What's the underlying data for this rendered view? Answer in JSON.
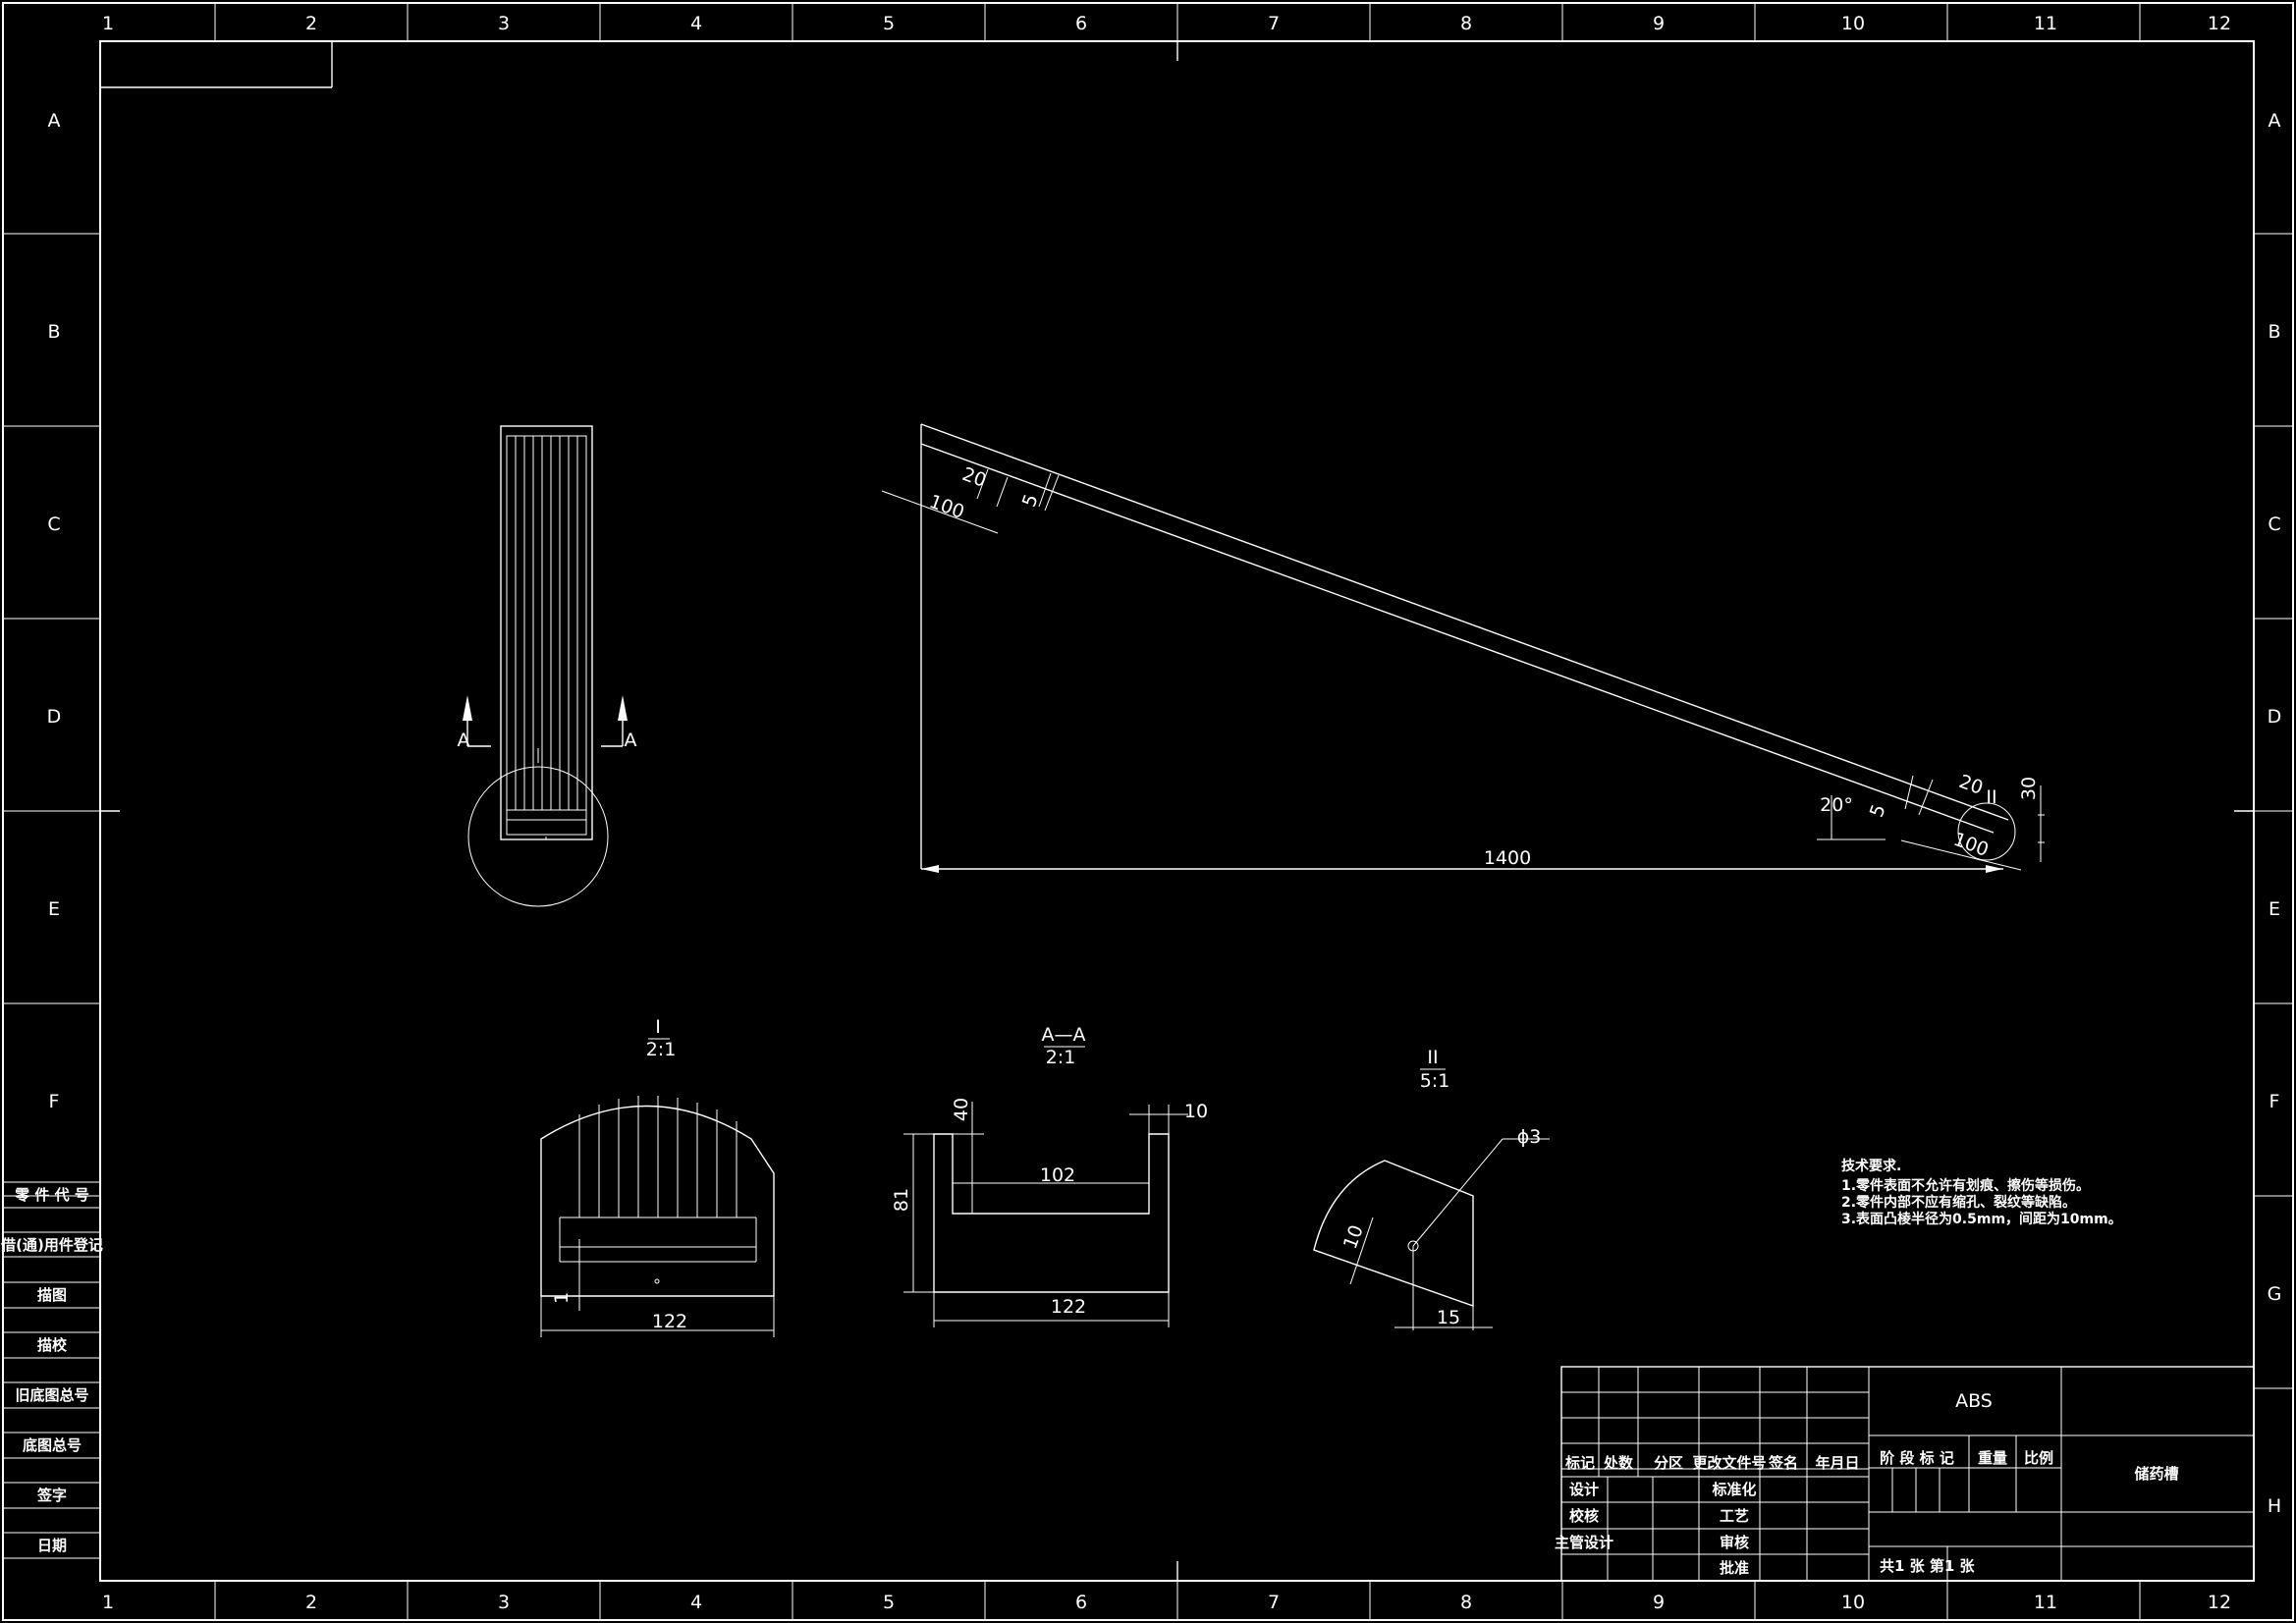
{
  "border": {
    "columns": [
      "1",
      "2",
      "3",
      "4",
      "5",
      "6",
      "7",
      "8",
      "9",
      "10",
      "11",
      "12"
    ],
    "rows": [
      "A",
      "B",
      "C",
      "D",
      "E",
      "F",
      "G",
      "H"
    ]
  },
  "left_strip": [
    "零 件 代 号",
    "借(通)用件登记",
    "描图",
    "描校",
    "旧底图总号",
    "底图总号",
    "签字",
    "日期"
  ],
  "views": {
    "section_mark": "A",
    "detail_i_mark": "I",
    "detail_ii_mark": "II",
    "detail_i_title": "I",
    "detail_i_scale": "2:1",
    "section_title": "A—A",
    "section_scale": "2:1",
    "detail_ii_title": "II",
    "detail_ii_scale": "5:1"
  },
  "dimensions": {
    "main_20_top": "20",
    "main_100_top": "100",
    "main_5_top": "5",
    "main_20_bottom": "20",
    "main_100_bottom": "100",
    "main_5_bottom": "5",
    "main_angle": "20°",
    "main_30": "30",
    "main_length": "1400",
    "detail_i_1": "1",
    "detail_i_width": "122",
    "section_40": "40",
    "section_10": "10",
    "section_102": "102",
    "section_81": "81",
    "section_122": "122",
    "detail_ii_dia": "ϕ3",
    "detail_ii_10": "10",
    "detail_ii_15": "15"
  },
  "tech_notes": {
    "title": "技术要求.",
    "lines": [
      "1.零件表面不允许有划痕、擦伤等损伤。",
      "2.零件内部不应有缩孔、裂纹等缺陷。",
      "3.表面凸棱半径为0.5mm，间距为10mm。"
    ]
  },
  "title_block": {
    "material": "ABS",
    "part_name": "储药槽",
    "header_mark": "标记",
    "header_count": "处数",
    "header_zone": "分区",
    "header_doc": "更改文件号",
    "header_sign": "签名",
    "header_date": "年月日",
    "design": "设计",
    "check": "校核",
    "chief": "主管设计",
    "standard": "标准化",
    "process": "工艺",
    "review": "审核",
    "approve": "批准",
    "stage": "阶 段 标 记",
    "weight": "重量",
    "scale": "比例",
    "sheets": "共1 张  第1 张"
  }
}
